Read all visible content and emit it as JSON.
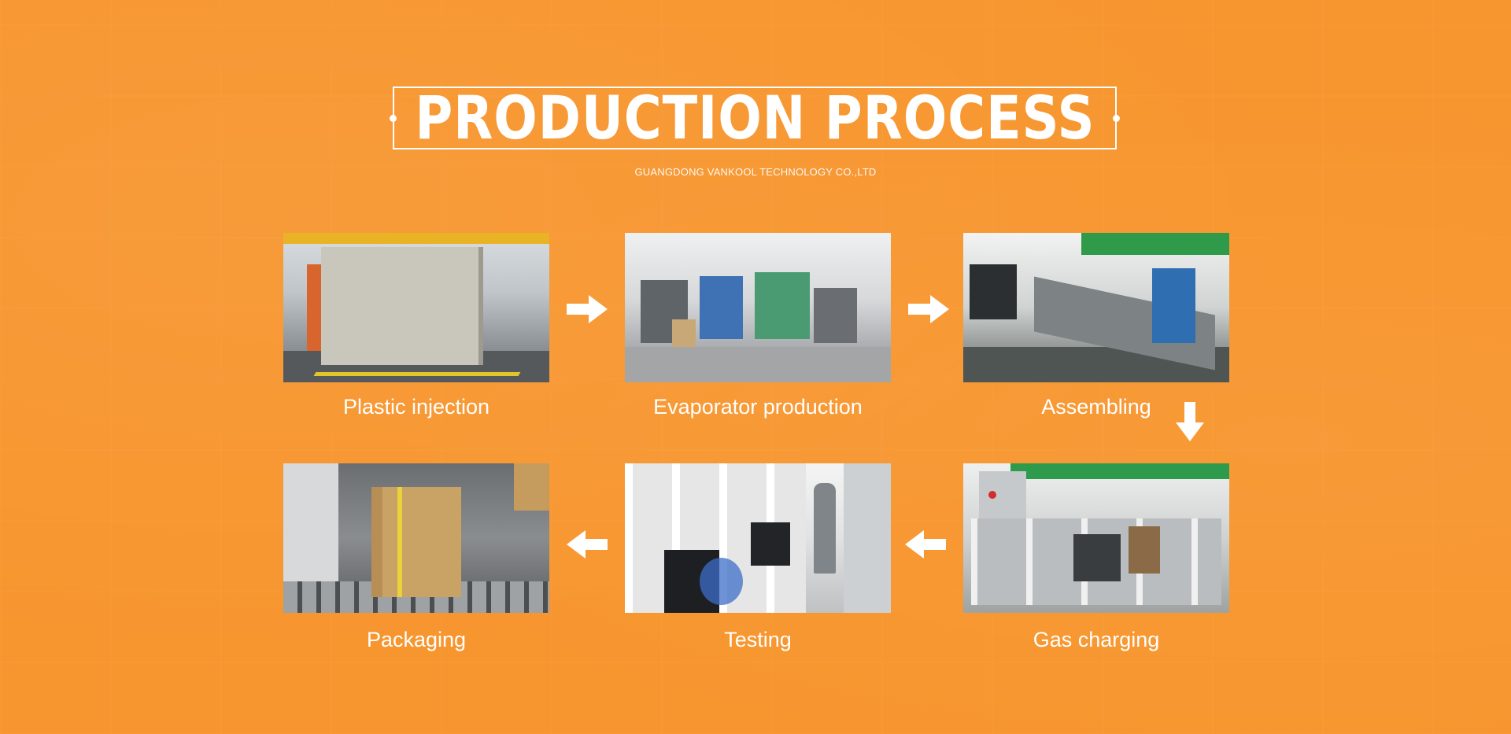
{
  "header": {
    "title": "PRODUCTION PROCESS",
    "subtitle": "GUANGDONG VANKOOL TECHNOLOGY CO.,LTD"
  },
  "steps": [
    {
      "label": "Plastic injection"
    },
    {
      "label": "Evaporator production"
    },
    {
      "label": "Assembling"
    },
    {
      "label": "Gas charging"
    },
    {
      "label": "Testing"
    },
    {
      "label": "Packaging"
    }
  ],
  "colors": {
    "background": "#f7962f",
    "text": "#ffffff"
  },
  "icons": {
    "flow_right": "arrow-right-icon",
    "flow_down": "arrow-down-icon",
    "flow_left": "arrow-left-icon"
  }
}
